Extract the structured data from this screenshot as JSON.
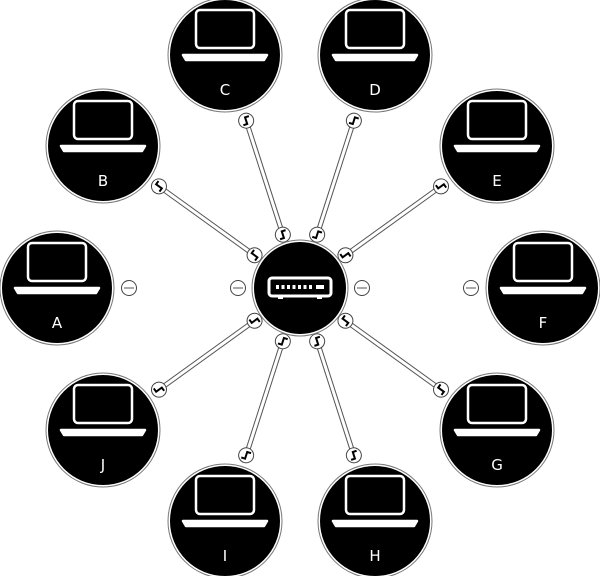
{
  "diagram": {
    "type": "star-network",
    "hub": {
      "icon": "router-icon",
      "label": ""
    },
    "nodes": [
      {
        "id": "A",
        "label": "A",
        "icon": "laptop-icon",
        "connected": false
      },
      {
        "id": "B",
        "label": "B",
        "icon": "laptop-icon",
        "connected": true
      },
      {
        "id": "C",
        "label": "C",
        "icon": "laptop-icon",
        "connected": true
      },
      {
        "id": "D",
        "label": "D",
        "icon": "laptop-icon",
        "connected": true
      },
      {
        "id": "E",
        "label": "E",
        "icon": "laptop-icon",
        "connected": true
      },
      {
        "id": "F",
        "label": "F",
        "icon": "laptop-icon",
        "connected": false
      },
      {
        "id": "G",
        "label": "G",
        "icon": "laptop-icon",
        "connected": true
      },
      {
        "id": "H",
        "label": "H",
        "icon": "laptop-icon",
        "connected": true
      },
      {
        "id": "I",
        "label": "I",
        "icon": "laptop-icon",
        "connected": true
      },
      {
        "id": "J",
        "label": "J",
        "icon": "laptop-icon",
        "connected": true
      }
    ],
    "colors": {
      "node_fill": "#000000",
      "icon_stroke": "#ffffff",
      "cable": "#555555",
      "background": "#ffffff"
    }
  }
}
